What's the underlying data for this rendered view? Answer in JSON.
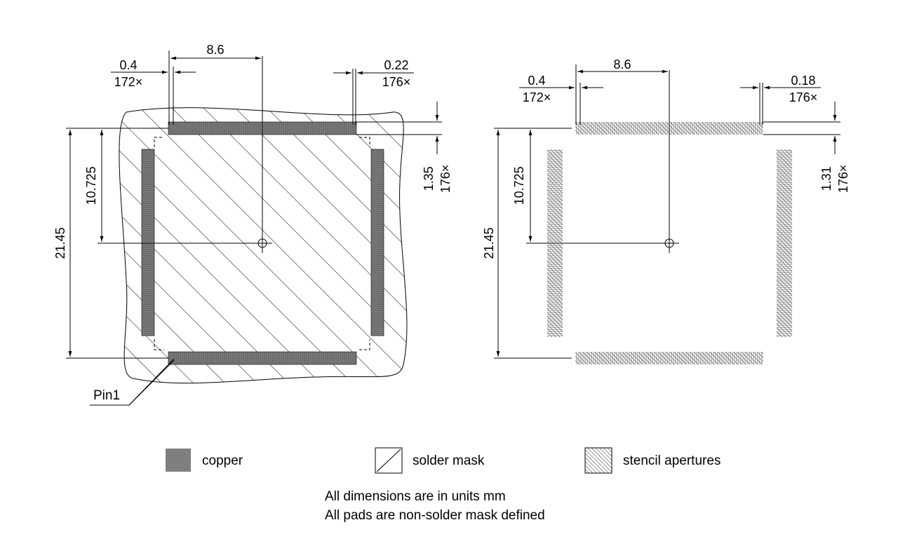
{
  "left_view": {
    "pitch": "0.4",
    "pitch_count": "172×",
    "half_span_x": "8.6",
    "pad_width": "0.22",
    "pad_width_count": "176×",
    "pad_length": "1.35",
    "pad_length_count": "176×",
    "half_span_y": "10.725",
    "full_span_y": "21.45",
    "pin1_label": "Pin1"
  },
  "right_view": {
    "pitch": "0.4",
    "pitch_count": "172×",
    "half_span_x": "8.6",
    "pad_width": "0.18",
    "pad_width_count": "176×",
    "pad_length": "1.31",
    "pad_length_count": "176×",
    "half_span_y": "10.725",
    "full_span_y": "21.45"
  },
  "legend": {
    "copper": "copper",
    "solder_mask": "solder mask",
    "stencil": "stencil apertures"
  },
  "notes": {
    "line1": "All dimensions are in units mm",
    "line2": "All pads are non-solder mask defined"
  },
  "colors": {
    "copper": "#7f7f7f",
    "line": "#000000"
  }
}
